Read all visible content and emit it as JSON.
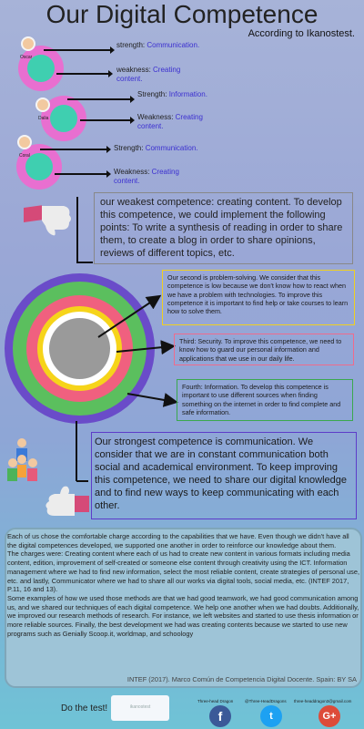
{
  "title": "Our Digital Competence",
  "subtitle": "According to Ikanostest.",
  "people": [
    {
      "name": "Oscar",
      "strength_prefix": "strength: ",
      "strength": "Communication.",
      "weakness_prefix": "weakness: ",
      "weakness": "Creating content."
    },
    {
      "name": "Dalia",
      "strength_prefix": "Strength: ",
      "strength": "Information.",
      "weakness_prefix": "Weakness: ",
      "weakness": "Creating content."
    },
    {
      "name": "Coral",
      "strength_prefix": "Strength: ",
      "strength": "Communication.",
      "weakness_prefix": "Weakness: ",
      "weakness": "Creating content."
    }
  ],
  "weakest_text": "our weakest competence: creating content. To develop this competence, we could implement the following points: To write a synthesis of reading in order to share them, to create a blog in order to share opinions, reviews of different topics, etc.",
  "second_text": "Our second is problem-solving. We consider that this competence is low because we don't know how to react when we have a problem with technologies. To improve this competence it is important to find help or take courses to learn how to solve them.",
  "third_text": "Third: Security. To improve this competence, we need to know how to guard our personal information and applications that we use in our daily life.",
  "fourth_text": "Fourth: Information. To develop this competence is important to use different sources when finding something on the internet in order to find complete and safe information.",
  "strongest_text": "Our strongest competence is communication. We consider that we are in constant communication both social and academical environment.  To keep improving this competence, we need to share our digital knowledge and to find new ways to keep communicating with each other.",
  "bottom_paragraphs": [
    "Each of us chose the comfortable charge according to the capabilities that we have. Even though we didn't have all the digital competences developed, we supported one another in order to reinforce our knowledge about them.",
    "The charges were: Creating content where each of us had to create new content in various formats including media content, edition, improvement of self-created or someone else content through creativity using the ICT. Information management where we had to find new information, select the most reliable content, create strategies of personal use, etc. and lastly, Communicator where we had to share all our works via digital tools, social media, etc. (INTEF 2017, P.11, 16 and 13).",
    "Some examples of how we used those methods are that we had good teamwork, we had good communication among us, and we shared our techniques of each digital competence. We help one another when we had doubts. Additionally, we improved our research methods of research. For instance, we left websites and started to use thesis information or more reliable sources. Finally, the best development we had was creating contents because we started to use new  programs such as Genially Scoop.it, worldmap, and schoology"
  ],
  "reference": "INTEF (2017). Marco Común de Competencia Digital Docente. Spain: BY SA",
  "cta_label": "Do the test!",
  "test_button_label": "ikanostest",
  "social": {
    "facebook_handle": "Three-head Dragon",
    "twitter_handle": "@Three-HeadDragons",
    "google_handle": "three-headdragon3@gmail.com"
  },
  "colors": {
    "ring_outer": "#6a4cc9",
    "ring_2": "#5bbf5e",
    "ring_3": "#f0607f",
    "ring_4": "#f6d41a",
    "ring_core": "#9a9a9a",
    "accent_link": "#3b2fd0"
  }
}
